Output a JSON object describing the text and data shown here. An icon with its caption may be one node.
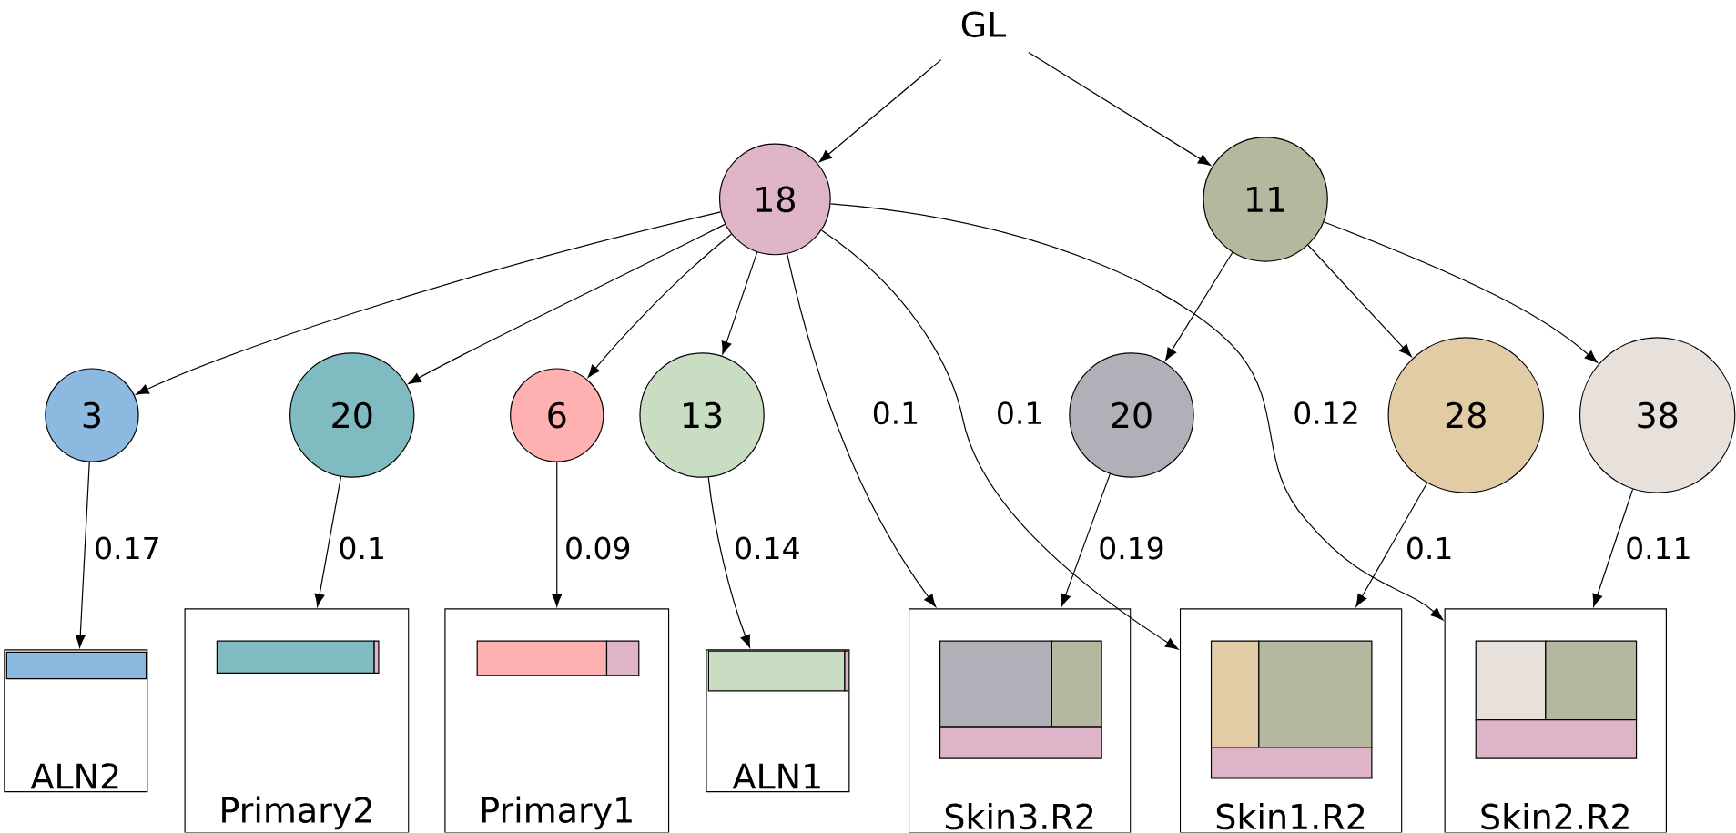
{
  "diagram": {
    "nodes": [
      {
        "text": [
          "GL"
        ]
      },
      {
        "text": [
          "18"
        ]
      },
      {
        "text": [
          "11"
        ]
      },
      {
        "text": [
          "3"
        ]
      },
      {
        "text": [
          "20"
        ]
      },
      {
        "text": [
          "6"
        ]
      },
      {
        "text": [
          "13"
        ]
      },
      {
        "text": [
          "20"
        ]
      },
      {
        "text": [
          "28"
        ]
      },
      {
        "text": [
          "38"
        ]
      },
      {
        "text": [
          "ALN2"
        ]
      },
      {
        "text": [
          "Primary2"
        ]
      },
      {
        "text": [
          "Primary1"
        ]
      },
      {
        "text": [
          "ALN1"
        ]
      },
      {
        "text": [
          "Skin3.R2"
        ]
      },
      {
        "text": [
          "Skin1.R2"
        ]
      },
      {
        "text": [
          "Skin2.R2"
        ]
      }
    ],
    "edges": [
      {
        "from": 0,
        "to": 1,
        "arrow": "to"
      },
      {
        "from": 0,
        "to": 2,
        "arrow": "to"
      },
      {
        "from": 1,
        "to": 3,
        "arrow": "to"
      },
      {
        "from": 1,
        "to": 4,
        "arrow": "to"
      },
      {
        "from": 1,
        "to": 5,
        "arrow": "to"
      },
      {
        "from": 1,
        "to": 6,
        "arrow": "to"
      },
      {
        "from": 1,
        "to": 14,
        "arrow": "to",
        "label": "0.1"
      },
      {
        "from": 1,
        "to": 15,
        "arrow": "to",
        "label": "0.1"
      },
      {
        "from": 1,
        "to": 16,
        "arrow": "to",
        "label": "0.12"
      },
      {
        "from": 2,
        "to": 7,
        "arrow": "to"
      },
      {
        "from": 2,
        "to": 8,
        "arrow": "to"
      },
      {
        "from": 2,
        "to": 9,
        "arrow": "to"
      },
      {
        "from": 3,
        "to": 10,
        "arrow": "to",
        "label": "0.17"
      },
      {
        "from": 4,
        "to": 11,
        "arrow": "to",
        "label": "0.1"
      },
      {
        "from": 5,
        "to": 12,
        "arrow": "to",
        "label": "0.09"
      },
      {
        "from": 6,
        "to": 13,
        "arrow": "to",
        "label": "0.14"
      },
      {
        "from": 7,
        "to": 14,
        "arrow": "to",
        "label": "0.19"
      },
      {
        "from": 8,
        "to": 15,
        "arrow": "to",
        "label": "0.1"
      },
      {
        "from": 9,
        "to": 16,
        "arrow": "to",
        "label": "0.11"
      }
    ]
  }
}
